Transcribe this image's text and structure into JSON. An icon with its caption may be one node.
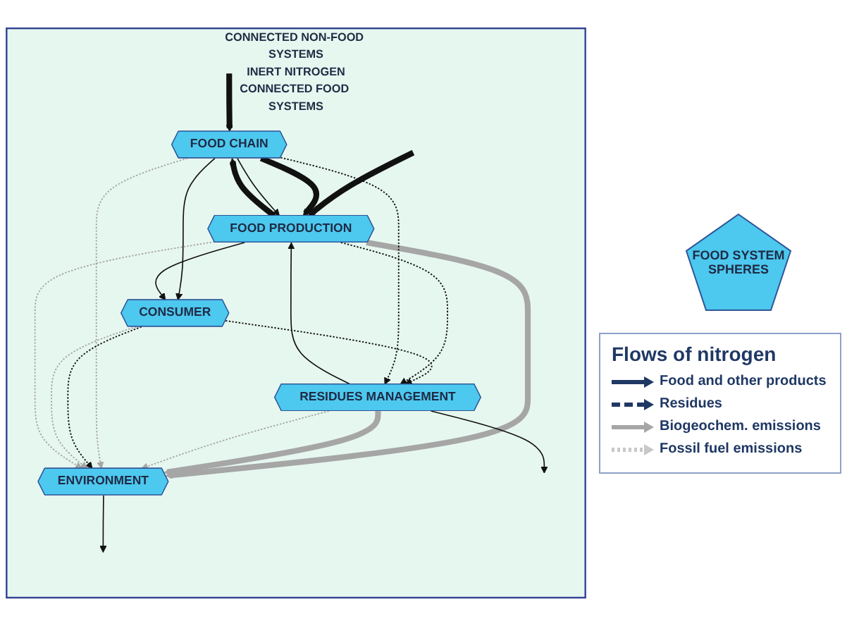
{
  "diagram": {
    "nodes": [
      {
        "text": [
          "CONNECTED NON-FOOD SYSTEMS",
          "INERT NITROGEN",
          "CONNECTED FOOD SYSTEMS"
        ]
      },
      {
        "text": [
          "FOOD CHAIN"
        ],
        "in": 0
      },
      {
        "text": [
          "FOOD PRODUCTION"
        ],
        "in": 0
      },
      {
        "text": [
          "CONSUMER"
        ],
        "in": 0
      },
      {
        "text": [
          "ENVIRONMENT"
        ],
        "in": 0
      },
      {
        "text": [
          "RESIDUES MANAGEMENT"
        ],
        "in": 0
      },
      {
        "text": [
          "FOOD SYSTEM SPHERES"
        ]
      }
    ],
    "edges": [
      {
        "from": null,
        "to": 1,
        "arrow": "to",
        "style": "thick"
      },
      {
        "from": null,
        "to": 2,
        "arrow": "to",
        "style": "thick"
      },
      {
        "from": 1,
        "to": 2,
        "arrow": "to",
        "style": "thick"
      },
      {
        "from": 2,
        "to": 1,
        "arrow": "to",
        "style": "thick"
      },
      {
        "from": 1,
        "to": 2,
        "arrow": "to"
      },
      {
        "from": 1,
        "to": 3,
        "arrow": "to"
      },
      {
        "from": 2,
        "to": 3,
        "arrow": "to"
      },
      {
        "from": 3,
        "to": 5,
        "arrow": "to",
        "style": "dashed"
      },
      {
        "from": 2,
        "to": 4,
        "arrow": "to",
        "style": "thick",
        "color": "#a6a6a6"
      },
      {
        "from": 5,
        "to": 4,
        "arrow": "to",
        "style": "thick",
        "color": "#a6a6a6"
      },
      {
        "from": 5,
        "to": 4,
        "arrow": "to",
        "style": "dashed",
        "color": "#a6a6a6"
      },
      {
        "from": 5,
        "to": 2,
        "arrow": "to"
      },
      {
        "from": 2,
        "to": 5,
        "arrow": "to",
        "style": "dashed"
      },
      {
        "from": 1,
        "to": 5,
        "arrow": "to",
        "style": "dashed"
      },
      {
        "from": 1,
        "to": 4,
        "arrow": "to",
        "style": "dashed",
        "color": "#a6a6a6"
      },
      {
        "from": 3,
        "to": 4,
        "arrow": "to",
        "style": "dashed"
      },
      {
        "from": 3,
        "to": 4,
        "arrow": "to",
        "style": "dashed",
        "color": "#a6a6a6"
      },
      {
        "from": 2,
        "to": 4,
        "arrow": "to",
        "style": "dashed",
        "color": "#a6a6a6"
      },
      {
        "from": 4,
        "to": null,
        "arrow": "to"
      },
      {
        "from": 5,
        "to": null,
        "arrow": "to"
      }
    ],
    "labels": [
      "Flows of nitrogen"
    ],
    "legend": [
      {
        "text": "Food and other products"
      },
      {
        "text": "Residues"
      },
      {
        "text": "Biogeochem. emissions"
      },
      {
        "text": "Fossil fuel emissions"
      }
    ]
  }
}
